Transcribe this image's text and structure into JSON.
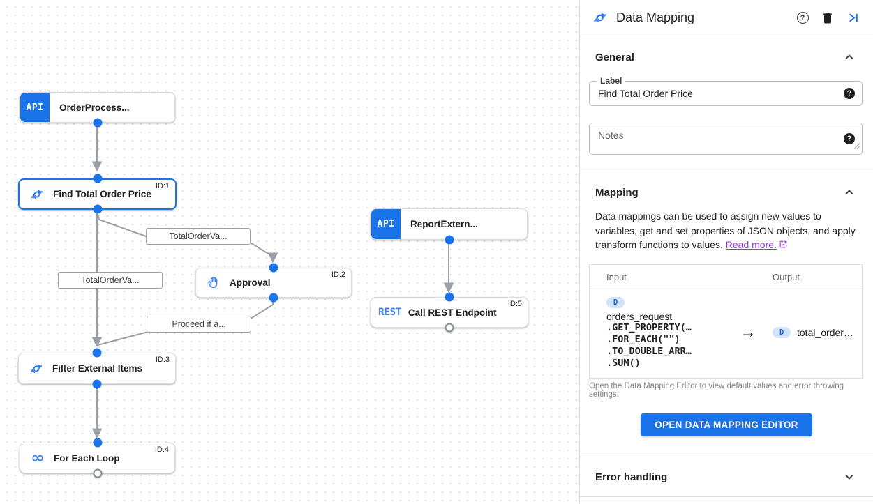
{
  "panel": {
    "title": "Data Mapping",
    "header_icons": {
      "task": "data-mapping-icon",
      "help": "help-icon",
      "delete": "trash-icon",
      "collapse": "collapse-panel-right-icon"
    },
    "general": {
      "title": "General",
      "label_field": {
        "label": "Label",
        "value": "Find Total Order Price"
      },
      "notes_field": {
        "placeholder": "Notes"
      }
    },
    "mapping": {
      "title": "Mapping",
      "description": "Data mappings can be used to assign new values to variables, get and set properties of JSON objects, and apply transform functions to values.",
      "read_more_label": "Read more.",
      "table": {
        "input_header": "Input",
        "output_header": "Output",
        "input_badge": "D",
        "input_variable": "orders_request",
        "input_code": [
          ".GET_PROPERTY(…",
          ".FOR_EACH(\"\")",
          ".TO_DOUBLE_ARR…",
          ".SUM()"
        ],
        "arrow": "→",
        "output_badge": "D",
        "output_variable": "total_order…"
      },
      "hint": "Open the Data Mapping Editor to view default values and error throwing settings.",
      "button_label": "OPEN DATA MAPPING EDITOR"
    },
    "error_handling": {
      "title": "Error handling"
    }
  },
  "canvas": {
    "nodes": [
      {
        "label": "OrderProcess...",
        "badge": "API",
        "id_label": ""
      },
      {
        "label": "Find Total Order Price",
        "icon": "data-mapping-icon",
        "id_label": "ID:1",
        "selected": true
      },
      {
        "label": "Approval",
        "icon": "hand-icon",
        "id_label": "ID:2"
      },
      {
        "label": "ReportExtern...",
        "badge": "API",
        "id_label": ""
      },
      {
        "label": "Call REST Endpoint",
        "badge": "REST",
        "id_label": "ID:5"
      },
      {
        "label": "Filter External Items",
        "icon": "data-mapping-icon",
        "id_label": "ID:3"
      },
      {
        "label": "For Each Loop",
        "icon": "loop-icon",
        "loop_glyph": "∞",
        "id_label": "ID:4"
      }
    ],
    "edge_labels": [
      {
        "text": "TotalOrderVa..."
      },
      {
        "text": "TotalOrderVa..."
      },
      {
        "text": "Proceed if a..."
      }
    ]
  },
  "colors": {
    "accent_blue": "#1a73e8",
    "icon_blue": "#4285f4",
    "edge_gray": "#9aa0a6",
    "link_purple": "#9334e6",
    "badge_bg": "#d2e3fc",
    "badge_text": "#1967d2"
  }
}
